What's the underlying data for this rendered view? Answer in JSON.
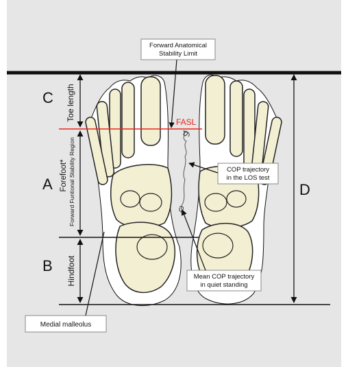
{
  "labels": {
    "c": "C",
    "a": "A",
    "b": "B",
    "d": "D",
    "toe_length": "Toe length",
    "forefoot": "Forefoot*",
    "forward_region": "Forward Funtional Stability Region",
    "hindfoot": "Hindfoot",
    "fasl": "FASL"
  },
  "callouts": {
    "forward_limit": [
      "Forward Anatomical",
      "Stability Limit"
    ],
    "cop_los": [
      "COP trajectory",
      "in the LOS test"
    ],
    "mean_cop": [
      "Mean COP trajectory",
      "in quiet standing"
    ],
    "medial_malleolus": "Medial malleolus"
  },
  "colors": {
    "background_panel": "#e6e6e6",
    "fasl_line": "#e8261c",
    "bone_fill": "#f3efd3",
    "bone_stroke": "#222222",
    "foot_outline": "#ffffff"
  }
}
